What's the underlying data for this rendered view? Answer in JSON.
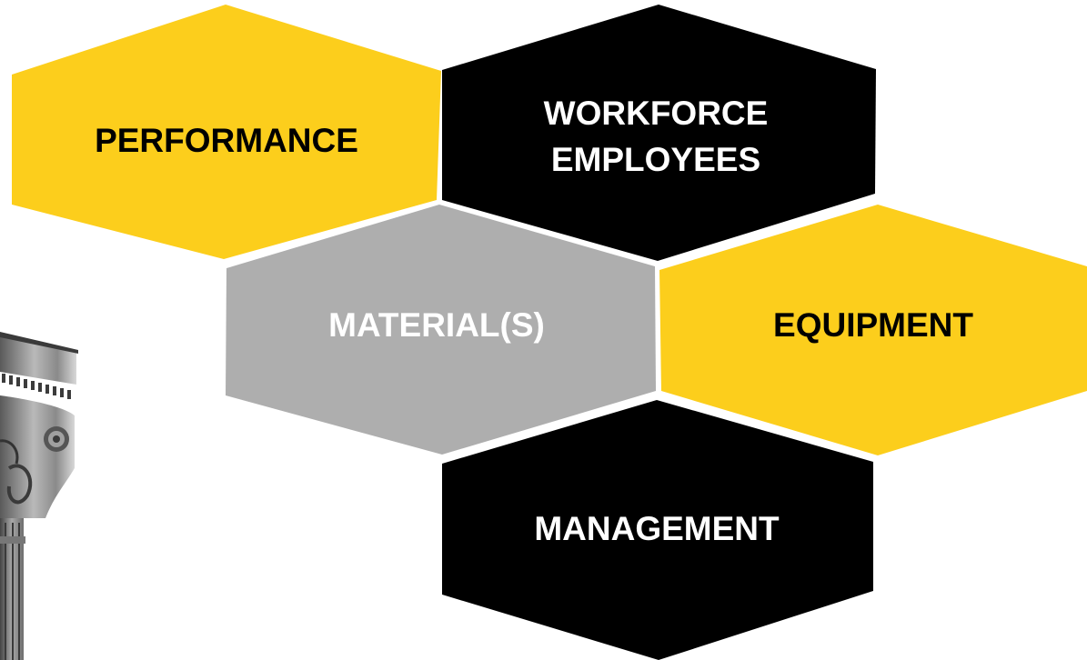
{
  "colors": {
    "yellow": "#fcce1c",
    "black": "#000000",
    "gray": "#aeaeae",
    "white_text": "#ffffff",
    "dark_text": "#000000",
    "gray_text": "#ffffff"
  },
  "hexagons": [
    {
      "id": "performance",
      "label": "PERFORMANCE",
      "fill": "yellow",
      "text": "dark"
    },
    {
      "id": "workforce",
      "line1": "WORKFORCE",
      "line2": "EMPLOYEES",
      "fill": "black",
      "text": "white"
    },
    {
      "id": "materials",
      "label": "MATERIAL(S)",
      "fill": "gray",
      "text": "white"
    },
    {
      "id": "equipment",
      "label": "EQUIPMENT",
      "fill": "yellow",
      "text": "dark"
    },
    {
      "id": "management",
      "label": "MANAGEMENT",
      "fill": "black",
      "text": "white"
    }
  ],
  "decor": {
    "photo": "ornate-column-capital-image"
  }
}
